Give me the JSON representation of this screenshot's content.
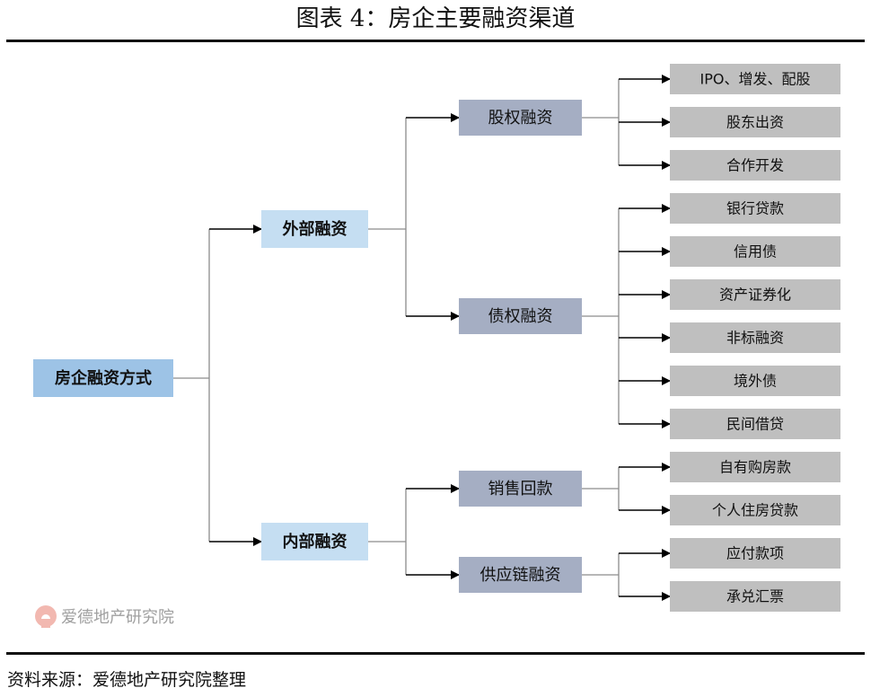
{
  "title": "图表 4：房企主要融资渠道",
  "source": "资料来源：爱德地产研究院整理",
  "watermark": "爱德地产研究院",
  "colors": {
    "root": "#9dc3e6",
    "level1": "#c5def2",
    "level2": "#a5aec3",
    "leaf": "#bfbfbf",
    "connector": "#8c8c8c",
    "arrow": "#000000",
    "watermark_logo": "#f2b8b0"
  },
  "diagram": {
    "root": "房企融资方式",
    "branches": [
      {
        "label": "外部融资",
        "children": [
          {
            "label": "股权融资",
            "leaves": [
              "IPO、增发、配股",
              "股东出资",
              "合作开发"
            ]
          },
          {
            "label": "债权融资",
            "leaves": [
              "银行贷款",
              "信用债",
              "资产证券化",
              "非标融资",
              "境外债",
              "民间借贷"
            ]
          }
        ]
      },
      {
        "label": "内部融资",
        "children": [
          {
            "label": "销售回款",
            "leaves": [
              "自有购房款",
              "个人住房贷款"
            ]
          },
          {
            "label": "供应链融资",
            "leaves": [
              "应付款项",
              "承兑汇票"
            ]
          }
        ]
      }
    ]
  }
}
